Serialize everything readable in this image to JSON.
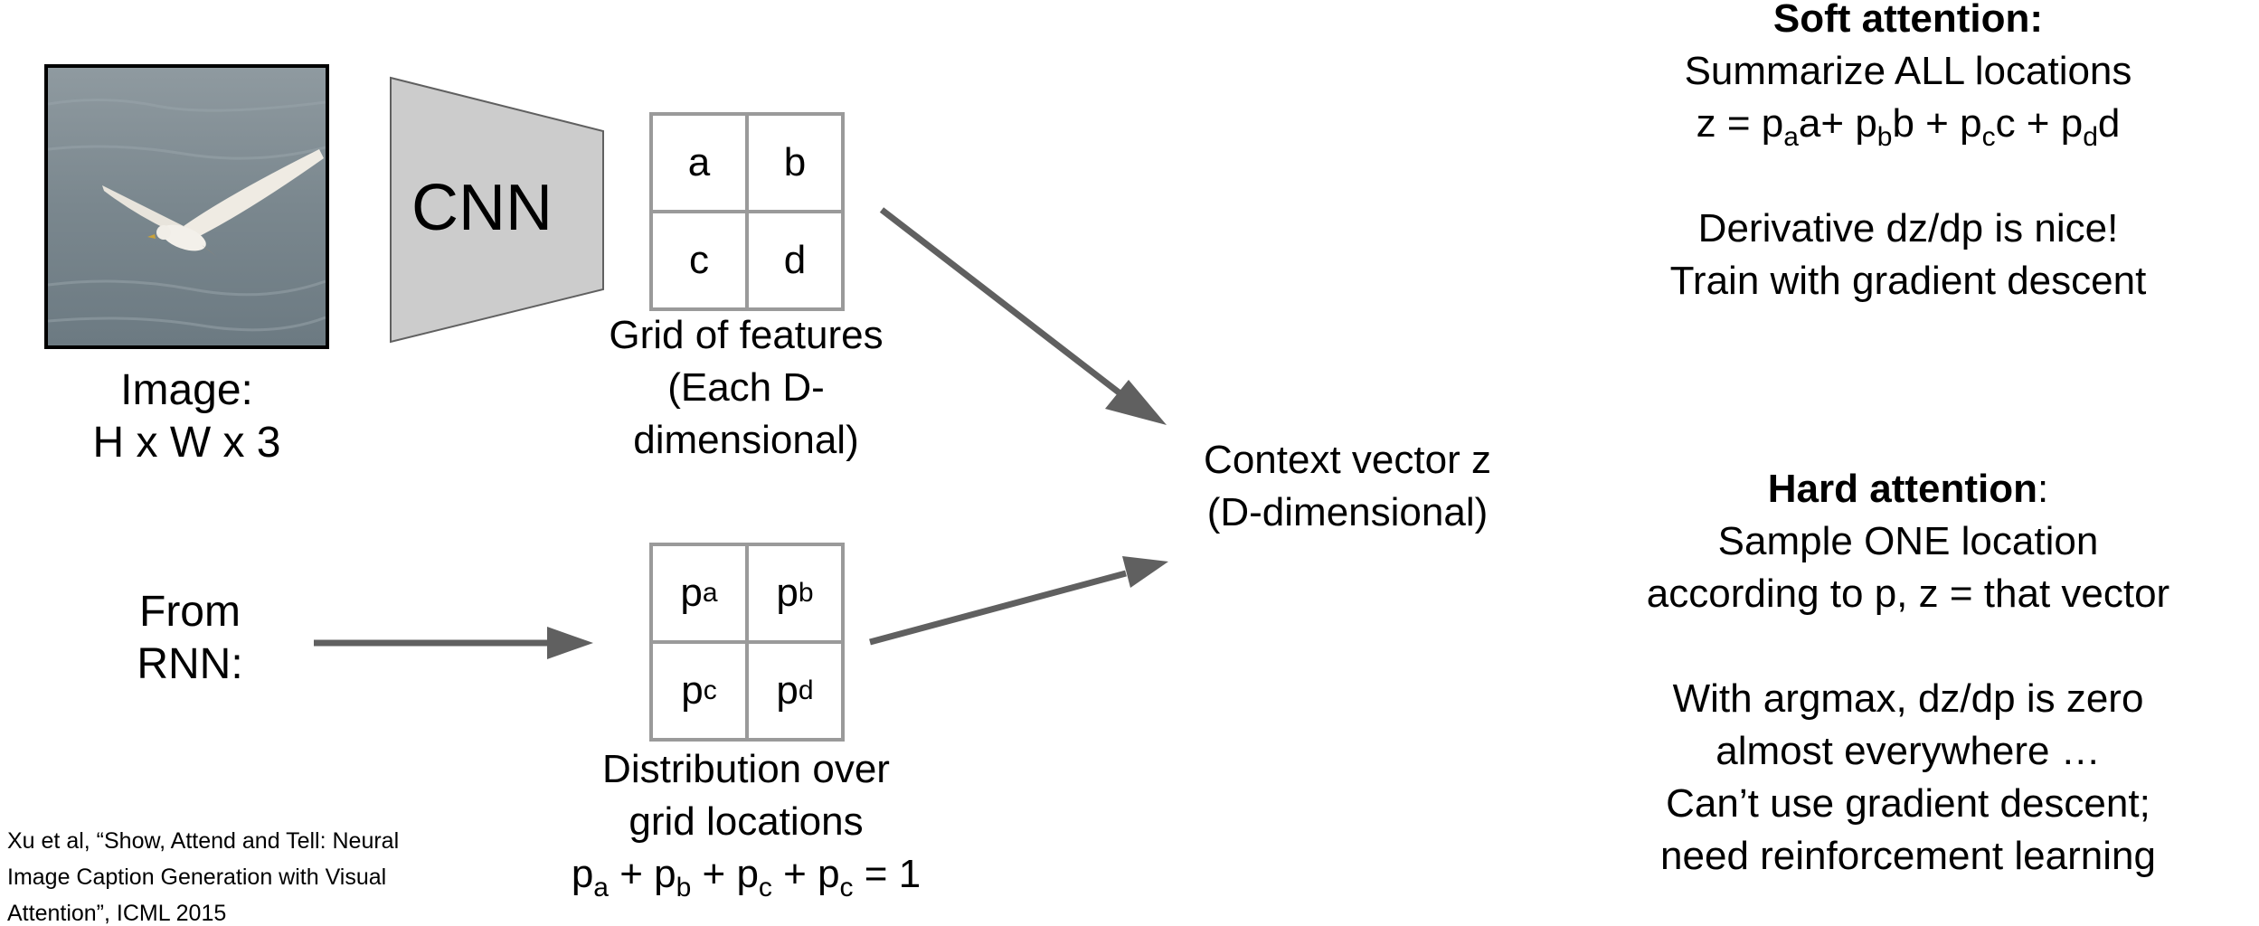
{
  "image": {
    "label_line1": "Image:",
    "label_line2": "H x W x 3"
  },
  "cnn": {
    "label": "CNN"
  },
  "feature_grid": {
    "cells": [
      "a",
      "b",
      "c",
      "d"
    ],
    "caption_line1": "Grid of features",
    "caption_line2": "(Each D-",
    "caption_line3": "dimensional)"
  },
  "rnn": {
    "label_line1": "From",
    "label_line2": "RNN:"
  },
  "prob_grid": {
    "cells": [
      {
        "base": "p",
        "sub": "a"
      },
      {
        "base": "p",
        "sub": "b"
      },
      {
        "base": "p",
        "sub": "c"
      },
      {
        "base": "p",
        "sub": "d"
      }
    ],
    "caption_line1": "Distribution over",
    "caption_line2": "grid locations"
  },
  "context": {
    "line1": "Context vector z",
    "line2": "(D-dimensional)"
  },
  "soft_attention": {
    "title": "Soft attention:",
    "line1": "Summarize ALL locations",
    "line3": "Derivative dz/dp is nice!",
    "line4": "Train with gradient descent"
  },
  "hard_attention": {
    "title": "Hard attention",
    "title_suffix": ":",
    "line1": "Sample ONE location",
    "line2": "according to p, z = that vector",
    "line3": "With argmax, dz/dp is zero",
    "line4": "almost everywhere …",
    "line5": "Can’t use gradient descent;",
    "line6": "need reinforcement learning"
  },
  "citation": {
    "line1": "Xu et al, “Show, Attend and Tell: Neural",
    "line2": "Image Caption Generation with Visual",
    "line3": "Attention”, ICML 2015"
  },
  "colors": {
    "arrow": "#606060",
    "cnn_fill": "#cccccc",
    "grid_border": "#9a9a9a"
  }
}
